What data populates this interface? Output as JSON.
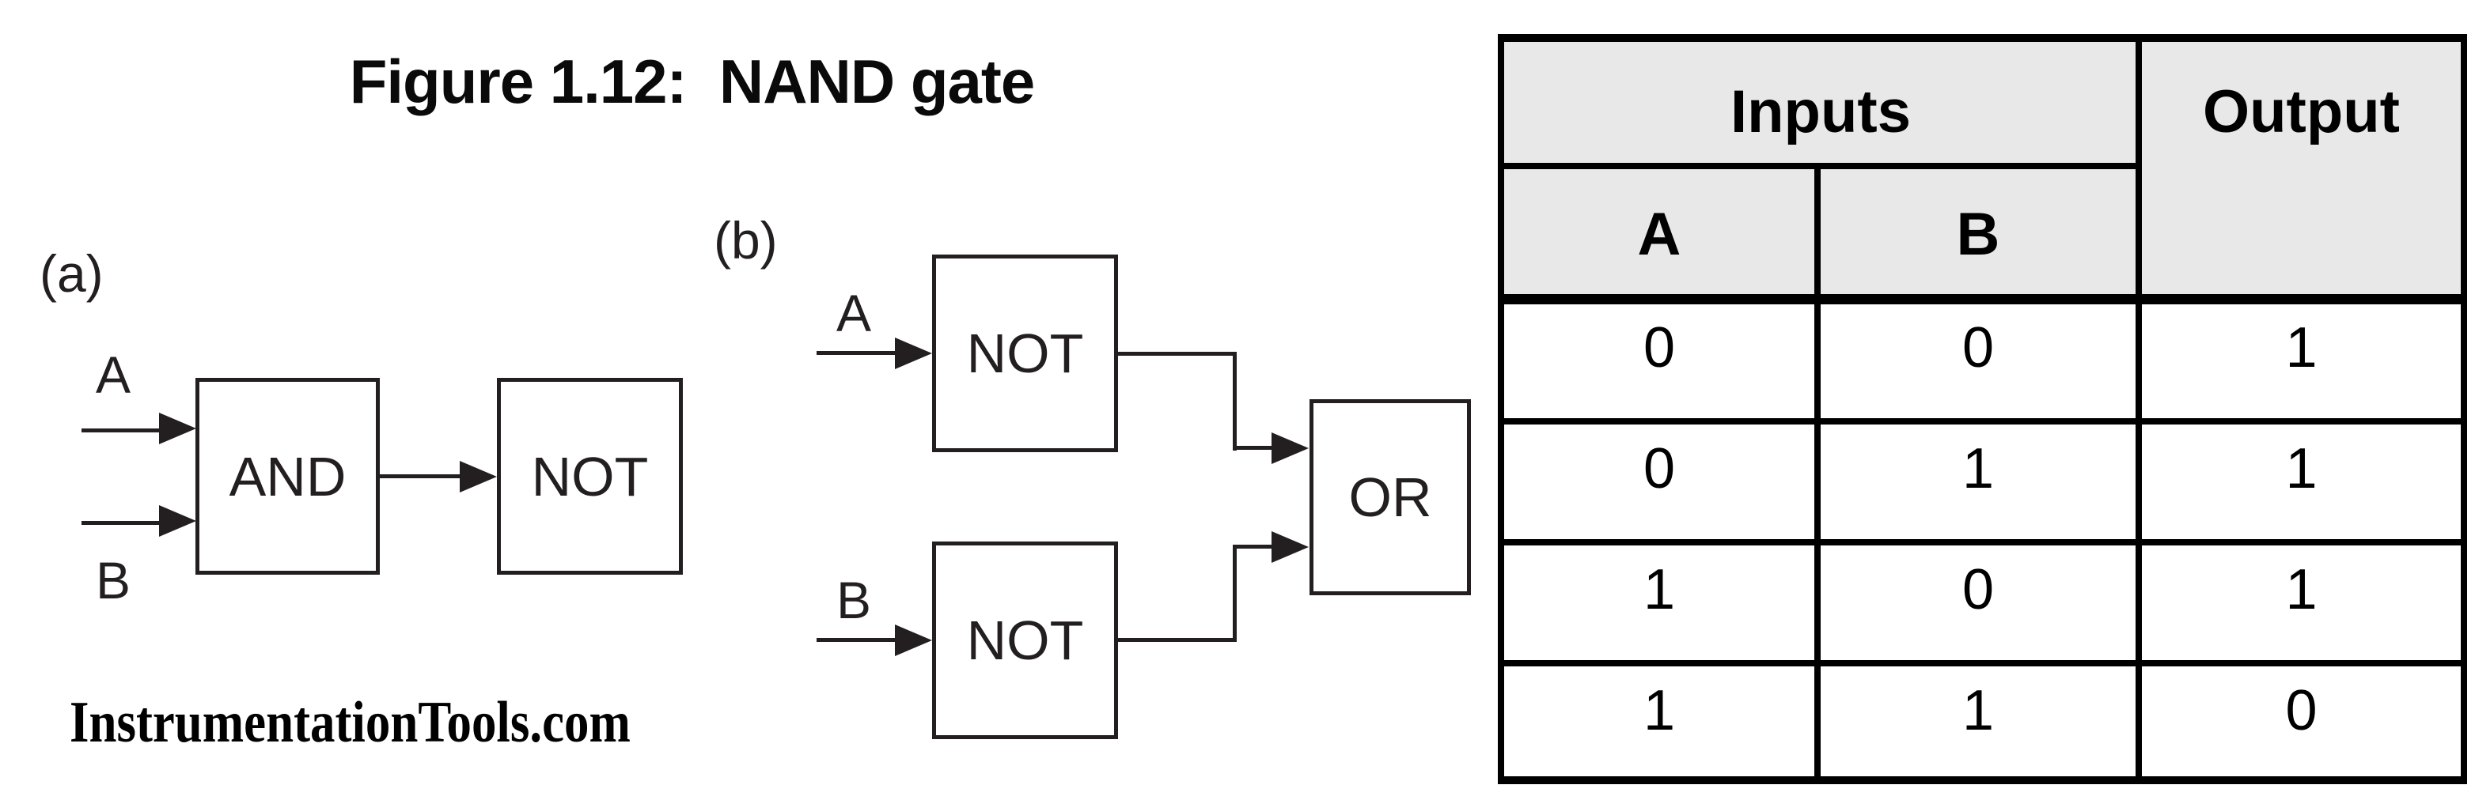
{
  "title": "Figure 1.12:  NAND gate",
  "watermark": "InstrumentationTools.com",
  "diagram_a": {
    "label": "(a)",
    "input_a": "A",
    "input_b": "B",
    "gate_and": "AND",
    "gate_not": "NOT"
  },
  "diagram_b": {
    "label": "(b)",
    "input_a": "A",
    "input_b": "B",
    "gate_not1": "NOT",
    "gate_not2": "NOT",
    "gate_or": "OR"
  },
  "table": {
    "header_inputs": "Inputs",
    "header_output": "Output",
    "col_a": "A",
    "col_b": "B",
    "rows": [
      [
        "0",
        "0",
        "1"
      ],
      [
        "0",
        "1",
        "1"
      ],
      [
        "1",
        "0",
        "1"
      ],
      [
        "1",
        "1",
        "0"
      ]
    ]
  },
  "colors": {
    "header_fill": "#e8e8e8",
    "table_line": "#000000",
    "diagram_line": "#231f20"
  }
}
